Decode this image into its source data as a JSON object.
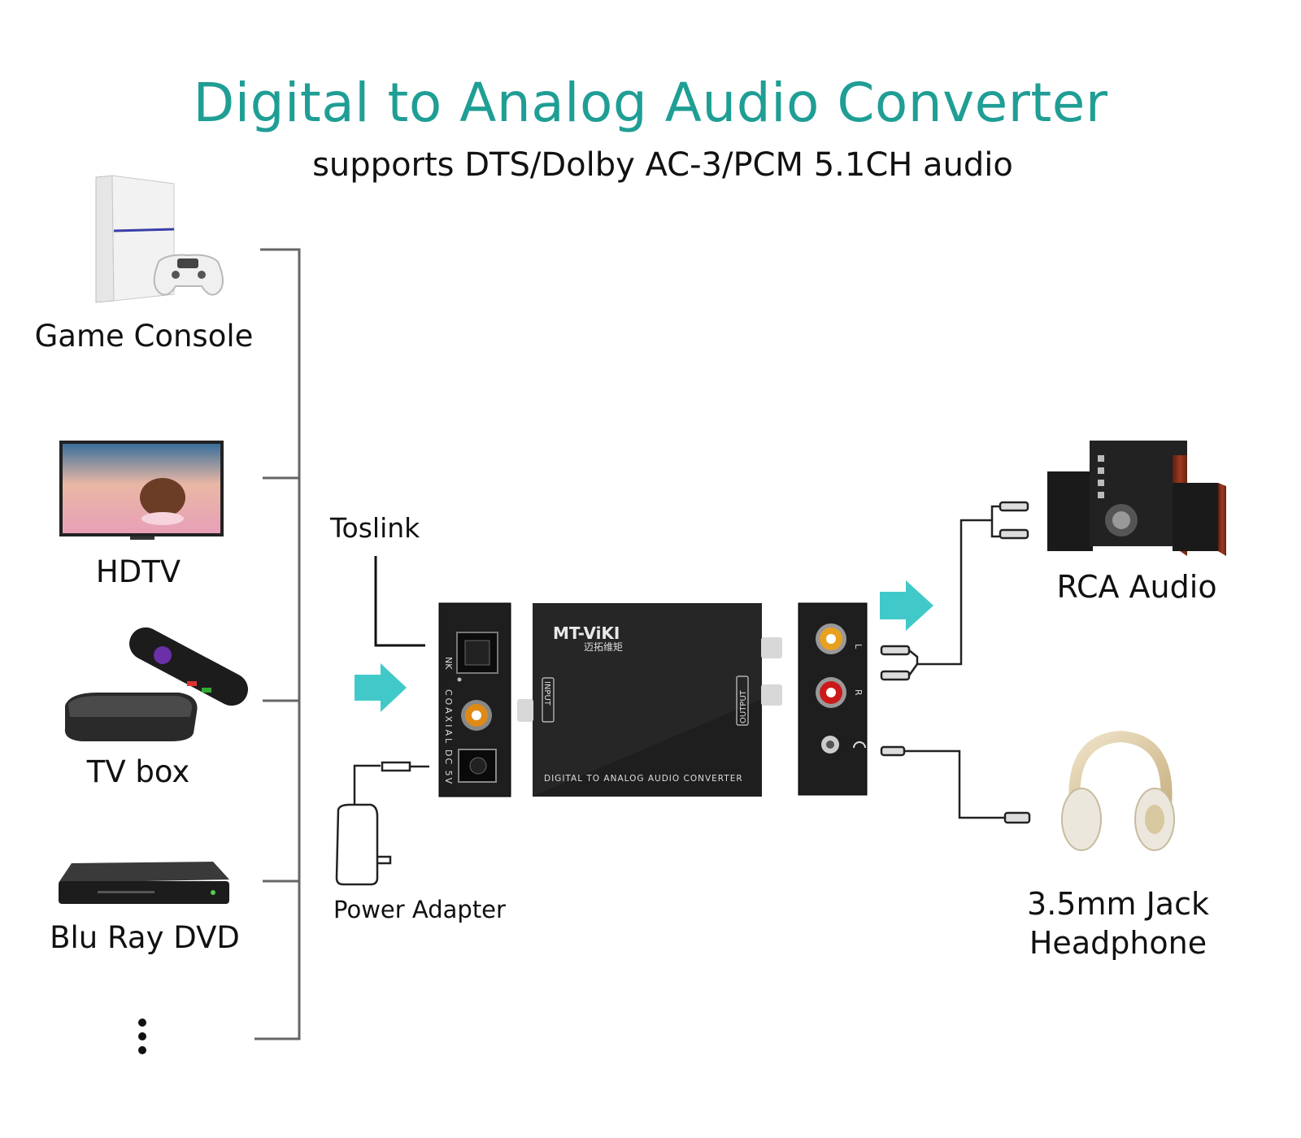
{
  "title": "Digital to Analog  Audio Converter",
  "subtitle": "supports DTS/Dolby AC-3/PCM 5.1CH audio",
  "sources": [
    {
      "label": "Game  Console",
      "icon": "game-console-icon"
    },
    {
      "label": "HDTV",
      "icon": "hdtv-icon"
    },
    {
      "label": "TV box",
      "icon": "tv-box-icon"
    },
    {
      "label": "Blu Ray DVD",
      "icon": "blu-ray-player-icon"
    }
  ],
  "more_indicator": "⋮",
  "input_labels": {
    "toslink": "Toslink",
    "power_adapter": "Power Adapter"
  },
  "converter": {
    "brand": "MT-ViKI",
    "brand_cn": "迈拓维矩",
    "caption": "DIGITAL TO ANALOG AUDIO CONVERTER",
    "input_tag": "INPUT",
    "output_tag": "OUTPUT",
    "input_panel": {
      "optical": "NK",
      "coaxial": "COAXIAL",
      "power": "DC 5V"
    },
    "output_panel": {
      "left": "L",
      "right": "R"
    }
  },
  "outputs": [
    {
      "label": "RCA Audio",
      "icon": "speakers-icon"
    },
    {
      "label_line1": "3.5mm Jack",
      "label_line2": "Headphone",
      "icon": "headphone-icon"
    }
  ],
  "colors": {
    "accent": "#1f9e95",
    "arrow": "#2cc3c3",
    "device": "#1e1e1e",
    "line": "#555555"
  }
}
